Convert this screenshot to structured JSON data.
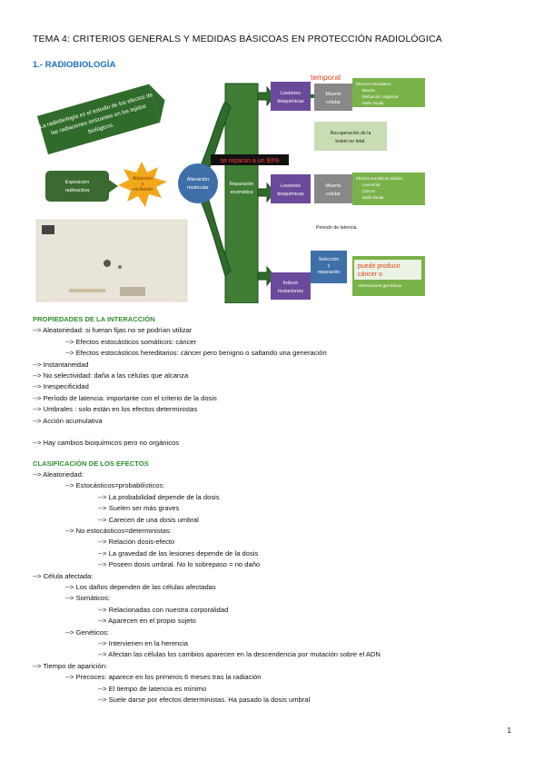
{
  "title": "TEMA 4: CRITERIOS GENERALS Y MEDIDAS BÁSICOAS EN PROTECCIÓN RADIOLÓGICA",
  "section1": "1.- RADIOBIOLOGÍA",
  "diagram": {
    "banner": [
      "La radiobiología es el estudio de los efectos de",
      "las radiaciones ionizantes en los tejidos",
      "biológicos."
    ],
    "exposure": [
      "Exposición",
      "radioactiva"
    ],
    "absorption": [
      "Absorción",
      "y",
      "excitación"
    ],
    "alteration": [
      "Alteración",
      "molecular"
    ],
    "repair": [
      "Reparación",
      "enzimática"
    ],
    "note_repair": "se reparan a un 80%",
    "lesions_top": [
      "Lesiones",
      "bioquímicas"
    ],
    "lesions_mid": [
      "Lesiones",
      "bioquímicas"
    ],
    "death_top": [
      "Muerte",
      "celular"
    ],
    "death_mid": [
      "Muerte",
      "celular"
    ],
    "temporal": "temporal",
    "immediate": [
      "Efectos inmediatos:",
      "· Muerte",
      "· Disfunción orgánica",
      "· Daño tisular"
    ],
    "recovery": [
      "Recuperación de la",
      "lesión no letal."
    ],
    "somatic_late": [
      "Efectos somáticos tardíos",
      "· Leucemia",
      "· Cáncer",
      "· Daño tisular"
    ],
    "latency": "Periodo de latencia.",
    "selection": [
      "Selección",
      "y",
      "reparación"
    ],
    "induce": [
      "Inducir",
      "mutaciones"
    ],
    "can_cause": [
      "puede producir",
      "cáncer o"
    ],
    "genetic": "Alteraciones genéticas"
  },
  "h_props": "PROPIEDADES DE LA INTERACCIÓN",
  "props": [
    {
      "level": 0,
      "text": "--> Aleatoriedad: si fueran fijas no se podrían utilizar"
    },
    {
      "level": 1,
      "text": "--> Efectos estocásticos somáticos: cáncer"
    },
    {
      "level": 1,
      "text": "--> Efectos estocásticos hereditarios: cáncer pero benigno o saltando una generación"
    },
    {
      "level": 0,
      "text": "--> Instantaneidad"
    },
    {
      "level": 0,
      "text": "--> No selectividad: daña a las células que alcanza"
    },
    {
      "level": 0,
      "text": "--> Inespecificidad"
    },
    {
      "level": 0,
      "text": "--> Período de latencia: importante con el criterio de la dosis"
    },
    {
      "level": 0,
      "text": "--> Umbrales : solo están en los efectos deterministas"
    },
    {
      "level": 0,
      "text": "--> Acción acumulativa"
    },
    {
      "level": 0,
      "text": ""
    },
    {
      "level": 0,
      "text": "--> Hay cambios bioquímicos pero no orgánicos"
    }
  ],
  "h_class": "CLASIFICACIÓN DE LOS EFECTOS",
  "classif": [
    {
      "level": 0,
      "text": "--> Aleatoriedad:"
    },
    {
      "level": 1,
      "text": "--> Estocásticos=probabilísticos:"
    },
    {
      "level": 2,
      "text": "--> La probabilidad depende de la dosis"
    },
    {
      "level": 2,
      "text": "--> Suelen ser más graves"
    },
    {
      "level": 2,
      "text": "--> Carecen de una dosis umbral"
    },
    {
      "level": 1,
      "text": "--> No estocásticos=deterministas:"
    },
    {
      "level": 2,
      "text": "--> Relación dosis-efecto"
    },
    {
      "level": 2,
      "text": "--> La gravedad de las lesiones depende de la dosis"
    },
    {
      "level": 2,
      "text": "--> Poseen dosis umbral. No lo sobrepaso = no daño"
    },
    {
      "level": 0,
      "text": "--> Célula afectada:"
    },
    {
      "level": 1,
      "text": "--> Los daños dependen de las células afectadas"
    },
    {
      "level": 1,
      "text": "--> Somáticos:"
    },
    {
      "level": 2,
      "text": "-->  Relacionadas con nuestra corporalidad"
    },
    {
      "level": 2,
      "text": "--> Aparecen en el propio sujeto"
    },
    {
      "level": 1,
      "text": "--> Genéticos:"
    },
    {
      "level": 2,
      "text": "--> Intervienen en la herencia"
    },
    {
      "level": 2,
      "text": "--> Afectan las células los cambios aparecen en la descendencia por mutación sobre el ADN"
    },
    {
      "level": 0,
      "text": "--> Tiempo de aparición:"
    },
    {
      "level": 1,
      "text": "--> Precoces: aparece en los primeros 6 meses tras la radiación"
    },
    {
      "level": 2,
      "text": "--> El tiempo de latencia es mínimo"
    },
    {
      "level": 2,
      "text": "--> Suele darse por efectos deterministas. Ha pasado la dosis umbral"
    }
  ],
  "page_number": "1"
}
